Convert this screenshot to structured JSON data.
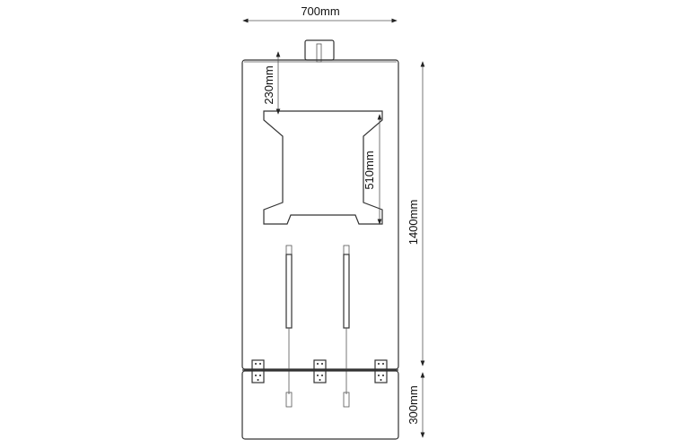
{
  "dimensions": {
    "width": "700mm",
    "height": "1400mm",
    "lower_panel": "300mm",
    "top_offset": "230mm",
    "cutout_height": "510mm"
  },
  "colors": {
    "line": "#333333",
    "panel_fill": "#ffffff"
  }
}
